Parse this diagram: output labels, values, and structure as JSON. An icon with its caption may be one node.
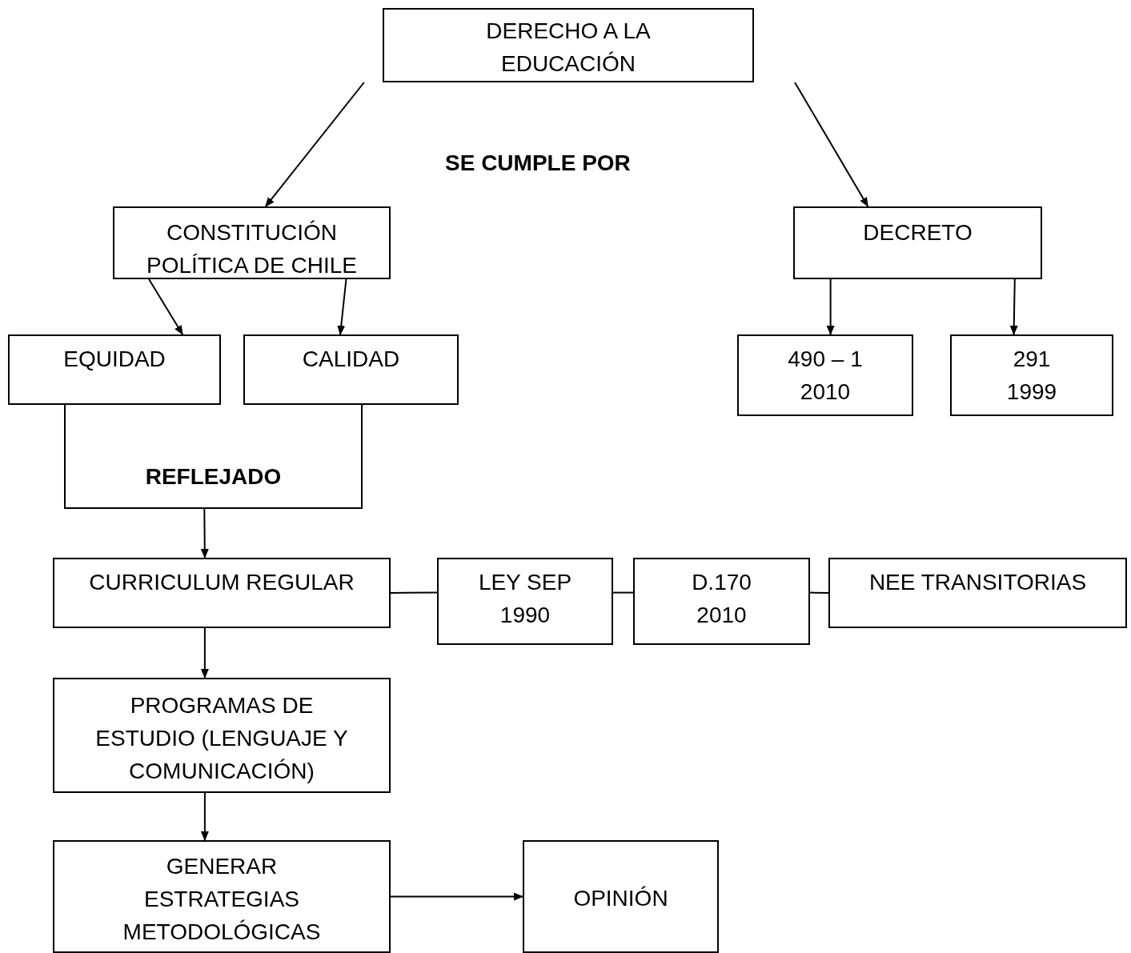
{
  "diagram": {
    "nodes": [
      {
        "text": [
          "DERECHO A LA EDUCACIÓN"
        ]
      },
      {
        "text": [
          "CONSTITUCIÓN POLÍTICA DE CHILE"
        ]
      },
      {
        "text": [
          "DECRETO"
        ]
      },
      {
        "text": [
          "EQUIDAD"
        ]
      },
      {
        "text": [
          "CALIDAD"
        ]
      },
      {
        "text": [
          "490 – 1 2010"
        ]
      },
      {
        "text": [
          "291 1999"
        ]
      },
      {
        "text": [
          "REFLEJADO"
        ]
      },
      {
        "text": [
          "CURRICULUM REGULAR"
        ]
      },
      {
        "text": [
          "LEY SEP 1990"
        ]
      },
      {
        "text": [
          "D.170 2010"
        ]
      },
      {
        "text": [
          "NEE TRANSITORIAS"
        ]
      },
      {
        "text": [
          "PROGRAMAS DE ESTUDIO (LENGUAJE Y COMUNICACIÓN)"
        ]
      },
      {
        "text": [
          "GENERAR ESTRATEGIAS METODOLÓGICAS"
        ]
      },
      {
        "text": [
          "OPINIÓN"
        ]
      }
    ],
    "edges": [
      {
        "from": 0,
        "to": 1,
        "arrow": "to"
      },
      {
        "from": 0,
        "to": 2,
        "arrow": "to"
      },
      {
        "from": 1,
        "to": 3,
        "arrow": "to"
      },
      {
        "from": 1,
        "to": 4,
        "arrow": "to"
      },
      {
        "from": 2,
        "to": 5,
        "arrow": "to"
      },
      {
        "from": 2,
        "to": 6,
        "arrow": "to"
      },
      {
        "from": 7,
        "to": 8,
        "arrow": "to"
      },
      {
        "from": 8,
        "to": 9,
        "arrow": "none"
      },
      {
        "from": 9,
        "to": 10,
        "arrow": "none"
      },
      {
        "from": 10,
        "to": 11,
        "arrow": "none"
      },
      {
        "from": 8,
        "to": 12,
        "arrow": "to"
      },
      {
        "from": 12,
        "to": 13,
        "arrow": "to"
      },
      {
        "from": 13,
        "to": 14,
        "arrow": "to"
      }
    ],
    "labels": [
      "SE CUMPLE POR"
    ]
  }
}
